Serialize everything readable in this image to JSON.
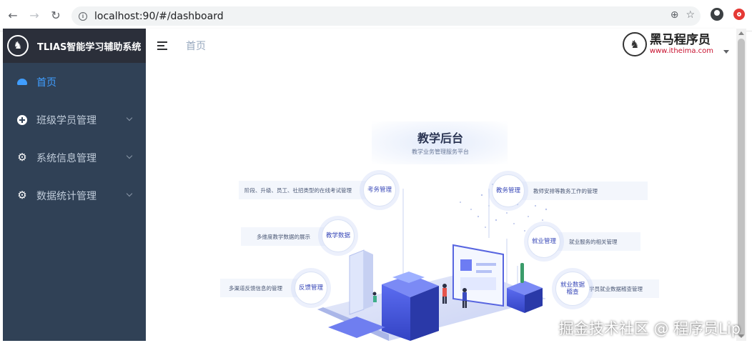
{
  "browser": {
    "url": "localhost:90/#/dashboard",
    "back_icon": "arrow-left-icon",
    "forward_icon": "arrow-right-icon",
    "reload_icon": "reload-icon"
  },
  "sidebar": {
    "app_title": "TLIAS智能学习辅助系统",
    "items": [
      {
        "label": "首页",
        "icon": "dashboard-icon",
        "active": true
      },
      {
        "label": "班级学员管理",
        "icon": "circle-plus-icon"
      },
      {
        "label": "系统信息管理",
        "icon": "gear-icon"
      },
      {
        "label": "数据统计管理",
        "icon": "gear-icon"
      }
    ]
  },
  "navbar": {
    "breadcrumb": "首页",
    "brand_name": "黑马程序员",
    "brand_url": "www.itheima.com"
  },
  "dashboard": {
    "title": "教学后台",
    "subtitle": "教学业务管理服务平台",
    "features": [
      {
        "name": "考务管理",
        "desc": "阶段、升级、员工、社招类型的在线考试管理"
      },
      {
        "name": "教学数据",
        "desc": "多维度教学数据的展示"
      },
      {
        "name": "反馈管理",
        "desc": "多渠道反馈信息的管理"
      },
      {
        "name": "教务管理",
        "desc": "教师安排等教务工作的管理"
      },
      {
        "name": "就业管理",
        "desc": "就业服务的相关管理"
      },
      {
        "name": "就业数据稽查",
        "desc": "学员就业数据稽查管理"
      }
    ]
  },
  "watermark": "掘金技术社区 @ 程序员Lip",
  "colors": {
    "sidebar_bg": "#304156",
    "logo_bar_bg": "#2b2f3a",
    "active": "#409eff",
    "menu_text": "#bfcbd9",
    "feature_text": "#3848b8"
  }
}
